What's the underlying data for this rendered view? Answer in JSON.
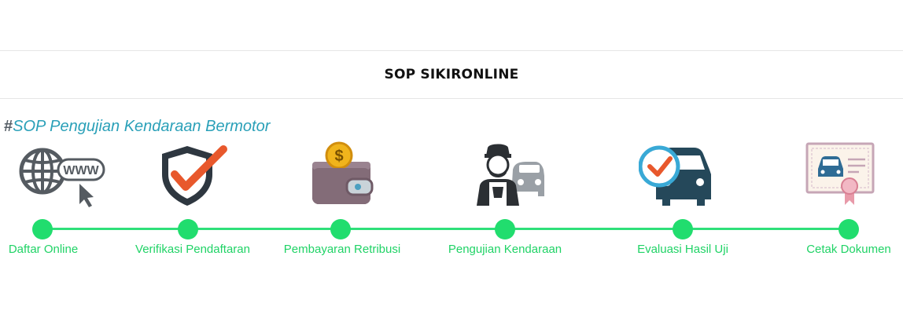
{
  "page_title": "SOP SIKIRONLINE",
  "subtitle_hash": "#",
  "subtitle_text": "SOP Pengujian Kendaraan Bermotor",
  "steps": [
    {
      "label": "Daftar Online",
      "icon": "globe-www-cursor-icon"
    },
    {
      "label": "Verifikasi Pendaftaran",
      "icon": "shield-check-icon"
    },
    {
      "label": "Pembayaran Retribusi",
      "icon": "wallet-coin-icon"
    },
    {
      "label": "Pengujian Kendaraan",
      "icon": "mechanic-car-icon"
    },
    {
      "label": "Evaluasi Hasil Uji",
      "icon": "car-check-badge-icon"
    },
    {
      "label": "Cetak Dokumen",
      "icon": "certificate-car-icon"
    }
  ],
  "colors": {
    "timeline": "#21dd6e",
    "label": "#20d366",
    "subtitle": "#2aa0b8",
    "check": "#e8582c",
    "icon_dark": "#3a3f45"
  }
}
